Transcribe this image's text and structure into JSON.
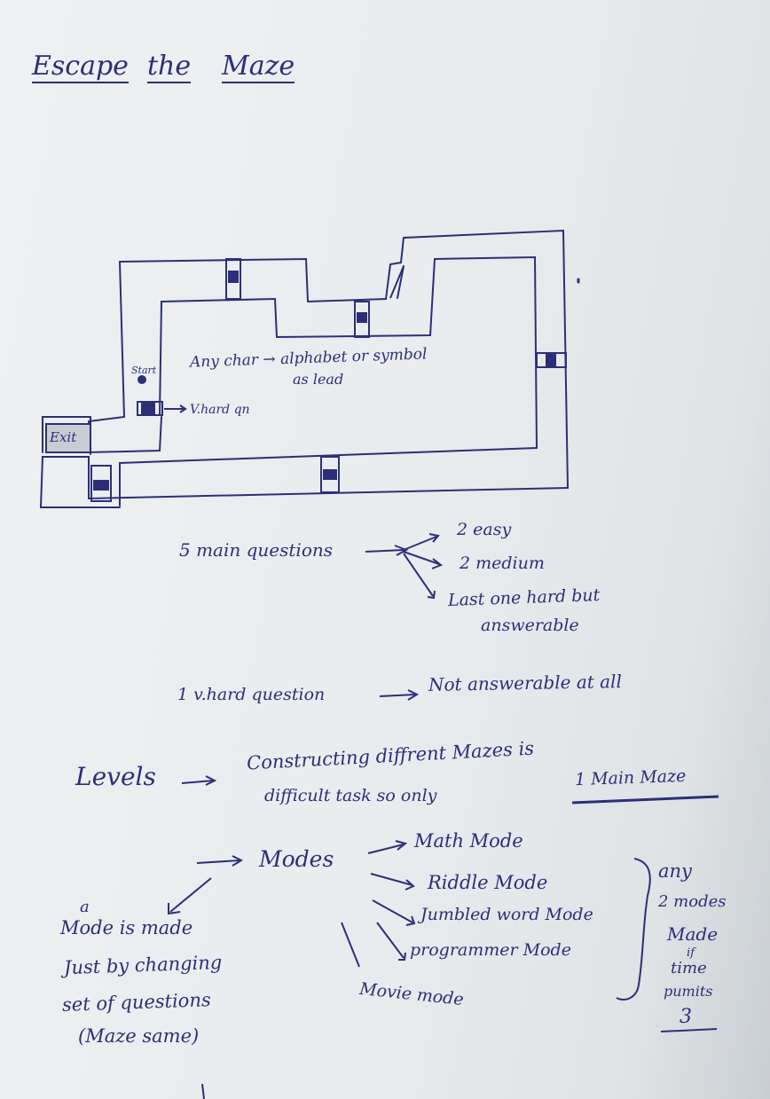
{
  "title": {
    "w1": "Escape",
    "w2": "the",
    "w3": "Maze"
  },
  "maze": {
    "start": "Start",
    "exit": "Exit",
    "note_line1": "Any char → alphabet or symbol",
    "note_line2": "as lead",
    "vhard_label": "V.hard qn"
  },
  "questions": {
    "main": "5 main questions",
    "easy": "2 easy",
    "medium": "2 medium",
    "last_line1": "Last one hard but",
    "last_line2": "answerable",
    "vhard_left": "1 v.hard question",
    "vhard_right": "Not answerable at all"
  },
  "levels": {
    "label": "Levels",
    "line1": "Constructing diffrent Mazes is",
    "line2a": "difficult task so only",
    "line2b": "1 Main Maze"
  },
  "modes": {
    "label": "Modes",
    "items": [
      "Math Mode",
      "Riddle Mode",
      "Jumbled word Mode",
      "programmer Mode",
      "Movie mode"
    ],
    "left_note": [
      "a",
      "Mode is made",
      "Just by changing",
      "set of questions",
      "(Maze same)"
    ],
    "right_note": [
      "any",
      "2 modes",
      "Made",
      "if",
      "time",
      "pumits"
    ],
    "right_count": "3"
  }
}
